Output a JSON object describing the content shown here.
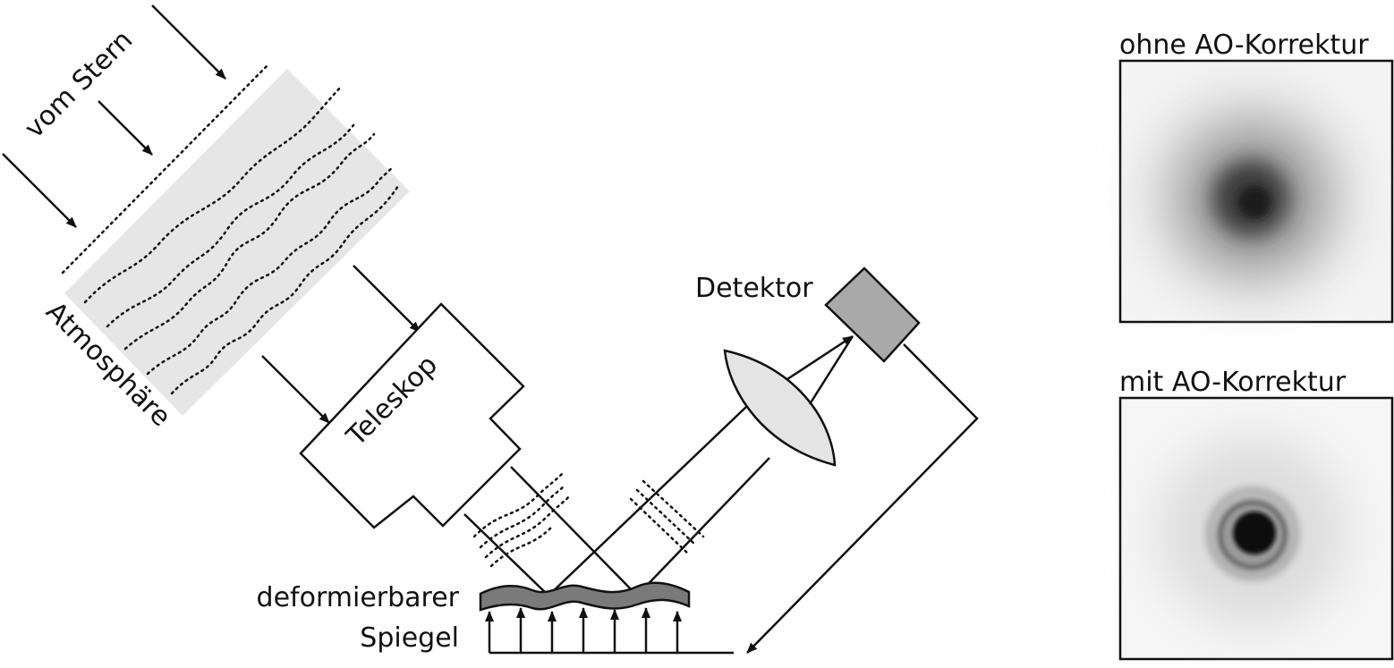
{
  "labels": {
    "star": "vom Stern",
    "atmosphere": "Atmosphäre",
    "telescope": "Teleskop",
    "detector": "Detektor",
    "mirror_line1": "deformierbarer",
    "mirror_line2": "Spiegel"
  },
  "panels": {
    "top_title": "ohne AO-Korrektur",
    "bottom_title": "mit AO-Korrektur"
  },
  "colors": {
    "atmosphere_fill": "#e6e6e6",
    "lens_fill": "#e4e4e4",
    "detector_fill": "#a9a9a9",
    "mirror_fill": "#7a7a7a"
  }
}
